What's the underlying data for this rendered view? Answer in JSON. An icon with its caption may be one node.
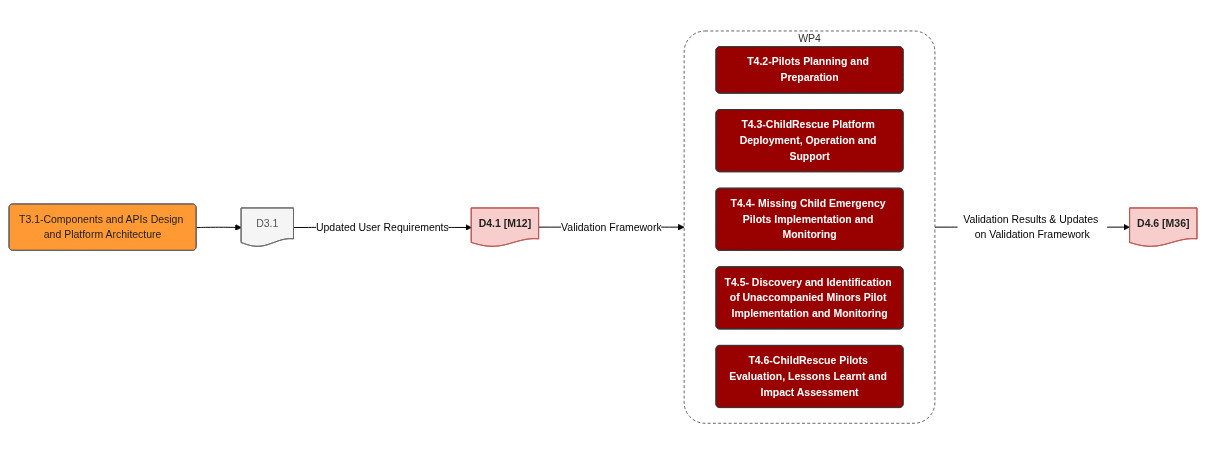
{
  "diagram": {
    "nodes": [
      {
        "text": [
          "T3.1-Components and APIs Design and Platform Architecture"
        ]
      },
      {
        "text": [
          "D3.1"
        ]
      },
      {
        "text": [
          "D4.1 [M12]"
        ]
      },
      {
        "text": [
          "WP4"
        ]
      },
      {
        "text": [
          "T4.2-Pilots Planning and Preparation"
        ],
        "in": 3
      },
      {
        "text": [
          "T4.3-ChildRescue Platform Deployment, Operation and Support"
        ],
        "in": 3
      },
      {
        "text": [
          "T4.4- Missing Child Emergency Pilots Implementation and Monitoring"
        ],
        "in": 3
      },
      {
        "text": [
          "T4.5- Discovery and Identification of Unaccompanied Minors Pilot Implementation and Monitoring"
        ],
        "in": 3
      },
      {
        "text": [
          "T4.6-ChildRescue Pilots Evaluation, Lessons Learnt and Impact Assessment"
        ],
        "in": 3
      },
      {
        "text": [
          "D4.6 [M36]"
        ]
      }
    ],
    "edges": [
      {
        "from": 0,
        "to": 1,
        "arrow": "to"
      },
      {
        "from": 1,
        "to": 2,
        "arrow": "to",
        "label": "Updated User Requirements"
      },
      {
        "from": 2,
        "to": 3,
        "arrow": "to",
        "label": "Validation Framework"
      },
      {
        "from": 3,
        "to": 9,
        "arrow": "to",
        "label": "Validation Results & Updates on Validation Framework"
      }
    ]
  }
}
